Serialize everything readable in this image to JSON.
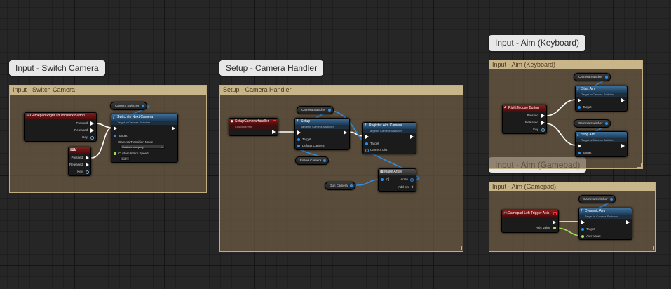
{
  "groups": {
    "switch_camera": {
      "bubble": "Input - Switch Camera",
      "header": "Input - Switch Camera"
    },
    "camera_handler": {
      "bubble": "Setup - Camera Handler",
      "header": "Setup - Camera Handler"
    },
    "aim_keyboard": {
      "bubble": "Input - Aim (Keyboard)",
      "header": "Input - Aim (Keyboard)"
    },
    "aim_gamepad": {
      "bubble": "Input - Aim (Gamepad)",
      "header": "Input - Aim (Gamepad)"
    }
  },
  "nodes": {
    "thumbstick": {
      "title": "Gamepad Right Thumbstick Button",
      "pressed": "Pressed",
      "released": "Released",
      "key": "Key"
    },
    "v_key": {
      "title": "V",
      "pressed": "Pressed",
      "released": "Released",
      "key": "Key"
    },
    "switch_next": {
      "title": "Switch to Next Camera",
      "subtitle": "Target is Camera Switcher",
      "target": "Target",
      "mode_label": "Camera Transition Mode",
      "mode_value": "Custom Interping",
      "speed_label": "Custom Interp Speed",
      "speed_value": "0.0"
    },
    "camera_switcher_1": {
      "label": "Camera Switcher"
    },
    "setup_handler_event": {
      "title": "SetupCameraHandler",
      "subtitle": "Custom Event"
    },
    "camera_switcher_2": {
      "label": "Camera Switcher"
    },
    "setup": {
      "title": "Setup",
      "subtitle": "Target is Camera Switcher",
      "target": "Target",
      "default_camera": "Default Camera"
    },
    "follow_camera": {
      "label": "Follow Camera"
    },
    "register_aim": {
      "title": "Register Aim Camera",
      "subtitle": "Target is Camera Switcher",
      "target": "Target",
      "camera_list": "Camera List"
    },
    "make_array": {
      "title": "Make Array",
      "index0": "[0]",
      "array": "Array",
      "add_pin": "Add pin"
    },
    "gun_camera": {
      "label": "Gun Camera"
    },
    "rmb": {
      "title": "Right Mouse Button",
      "pressed": "Pressed",
      "released": "Released",
      "key": "Key"
    },
    "camera_switcher_3": {
      "label": "Camera Switcher"
    },
    "start_aim": {
      "title": "Start Aim",
      "subtitle": "Target is Camera Switcher",
      "target": "Target"
    },
    "camera_switcher_4": {
      "label": "Camera Switcher"
    },
    "stop_aim": {
      "title": "Stop Aim",
      "subtitle": "Target is Camera Switcher",
      "target": "Target"
    },
    "left_trigger": {
      "title": "Gamepad Left Trigger Axis",
      "axis_value": "Axis Value"
    },
    "camera_switcher_5": {
      "label": "Camera Switcher"
    },
    "dynamic_aim": {
      "title": "Dynamic Aim",
      "subtitle": "Target is Camera Switcher",
      "target": "Target",
      "axis_value": "Axis Value"
    }
  },
  "icons": {
    "gamepad": "gamepad-icon",
    "keyboard": "keyboard-icon",
    "mouse": "mouse-icon",
    "function": "function-icon",
    "event": "event-icon",
    "array": "array-icon"
  },
  "colors": {
    "exec": "#ffffff",
    "object": "#2b8fe8",
    "float": "#a2e855",
    "comment": "#c9b58a",
    "event_header": "#8a1a1a",
    "function_header": "#3d6f99"
  }
}
